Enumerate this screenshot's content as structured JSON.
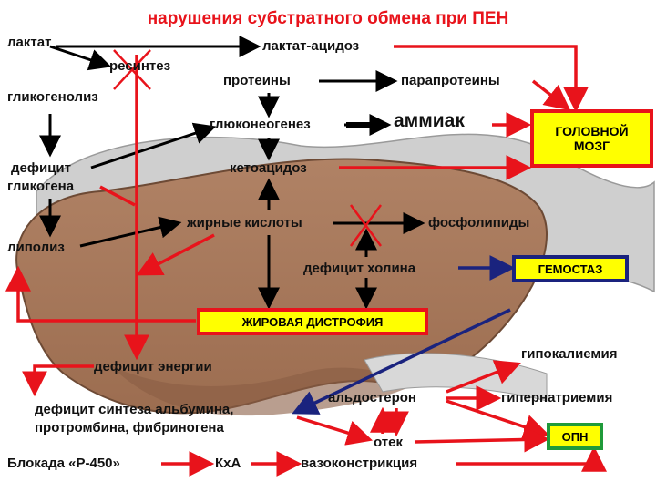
{
  "title": "нарушения субстратного обмена при ПЕН",
  "labels": {
    "laktat": "лактат",
    "resintez": "ресинтез",
    "laktat_acidoz": "лактат-ацидоз",
    "glikogenoliz": "гликогенолиз",
    "proteiny": "протеины",
    "paraproteiny": "парапротеины",
    "glukoneogenez": "глюконеогенез",
    "ammiak": "аммиак",
    "deficit_glikogena_1": "дефицит",
    "deficit_glikogena_2": "гликогена",
    "ketoacidoz": "кетоацидоз",
    "lipoliz": "липолиз",
    "zhirnye_kisloty": "жирные кислоты",
    "fosfolipidy": "фосфолипиды",
    "deficit_holina": "дефицит холина",
    "deficit_energii": "дефицит энергии",
    "gipokaliemiya": "гипокалиемия",
    "aldosteron": "альдостерон",
    "gipernatriemiya": "гипернатриемия",
    "deficit_sinteza_1": "дефицит синтеза альбумина,",
    "deficit_sinteza_2": "протромбина, фибриногена",
    "otek": "отек",
    "blokada": "Блокада «Р-450»",
    "kxa": "КхА",
    "vazokonstrikciya": "вазоконстрикция"
  },
  "boxes": {
    "golovnoy_mozg_1": "ГОЛОВНОЙ",
    "golovnoy_mozg_2": "МОЗГ",
    "gemostaz": "ГЕМОСТАЗ",
    "zhirovaya_distrofiya": "ЖИРОВАЯ ДИСТРОФИЯ",
    "opn": "ОПН"
  },
  "colors": {
    "red_arrow": "#e8131b",
    "black_arrow": "#000000",
    "blue_arrow": "#1a237e",
    "title": "#e8131b",
    "box_fill": "#ffff00",
    "box_border_red": "#e8131b",
    "box_border_blue": "#1a237e",
    "box_border_green": "#1f9a3a",
    "liver": "#a97a5c"
  }
}
